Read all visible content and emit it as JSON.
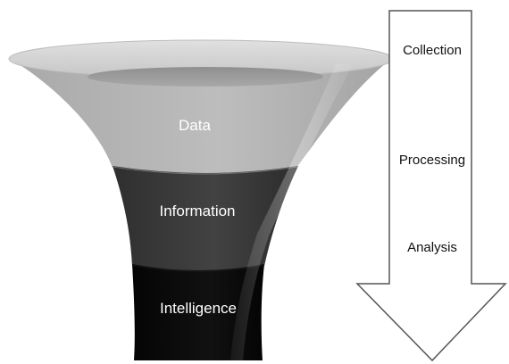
{
  "funnel": {
    "stages": [
      {
        "label": "Data",
        "color": "#b9b9b9"
      },
      {
        "label": "Information",
        "color": "#3c3c3c"
      },
      {
        "label": "Intelligence",
        "color": "#0a0a0a"
      }
    ],
    "rim_color": "#d4d4d4",
    "inner_color": "#9c9c9c"
  },
  "arrow": {
    "steps": [
      {
        "label": "Collection"
      },
      {
        "label": "Processing"
      },
      {
        "label": "Analysis"
      }
    ],
    "fill": "#ffffff",
    "stroke": "#555555"
  }
}
